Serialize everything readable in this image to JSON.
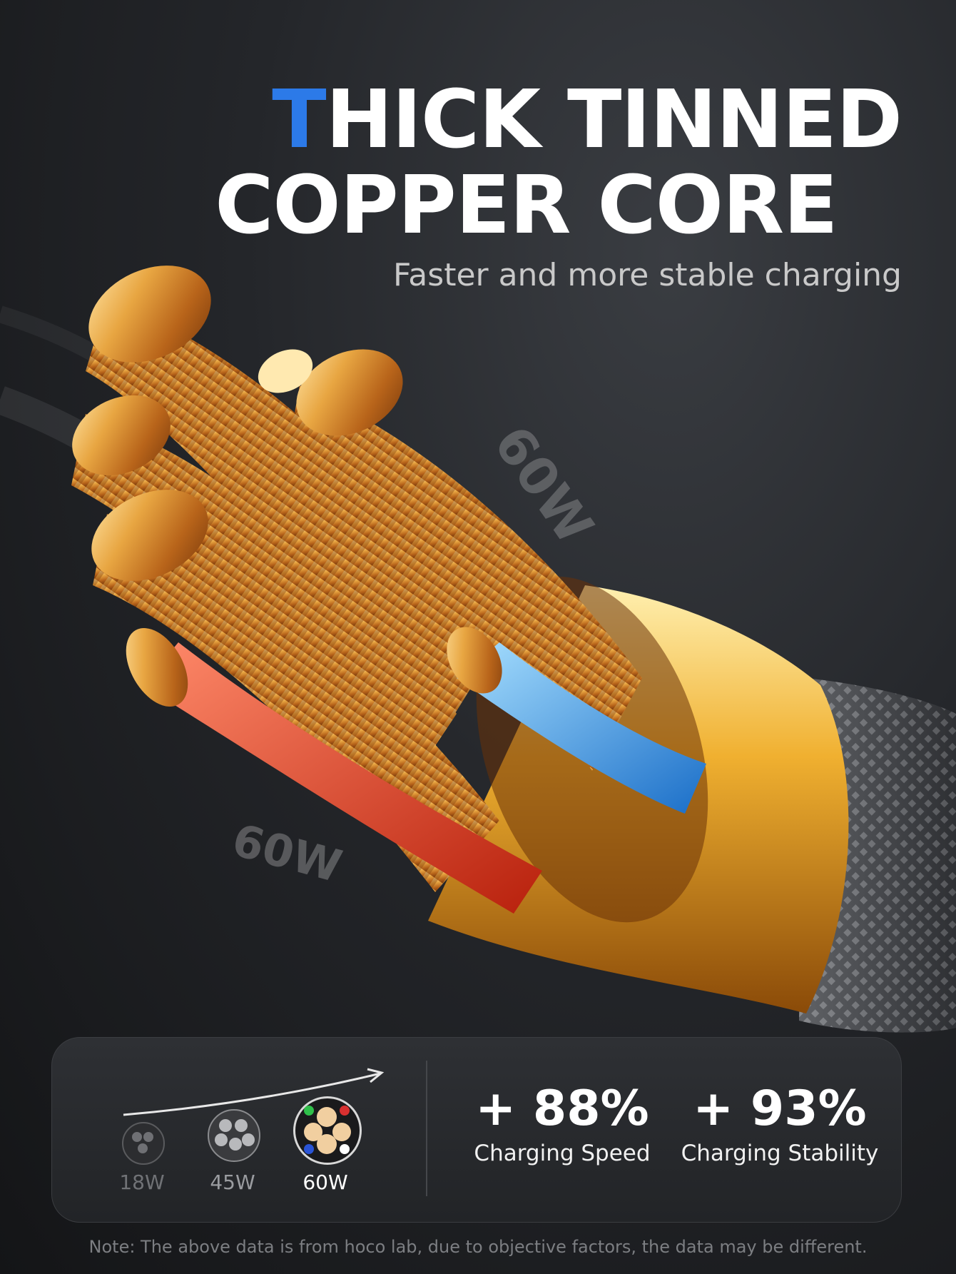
{
  "headline": {
    "accent_letter": "T",
    "line1_rest": "HICK TINNED",
    "line2": "COPPER CORE"
  },
  "subhead": "Faster and more stable charging",
  "watermarks": [
    "60W",
    "60W"
  ],
  "comparison": {
    "cores": [
      {
        "label": "18W"
      },
      {
        "label": "45W"
      },
      {
        "label": "60W"
      }
    ]
  },
  "stats": [
    {
      "value": "+ 88%",
      "label": "Charging Speed"
    },
    {
      "value": "+ 93%",
      "label": "Charging Stability"
    }
  ],
  "note": "Note: The above data is from hoco lab, due to objective factors, the data may be different.",
  "colors": {
    "accent": "#2c7ae8",
    "copper": "#e3a44a",
    "red_wire": "#e8412c",
    "blue_wire": "#3aa2e6"
  }
}
